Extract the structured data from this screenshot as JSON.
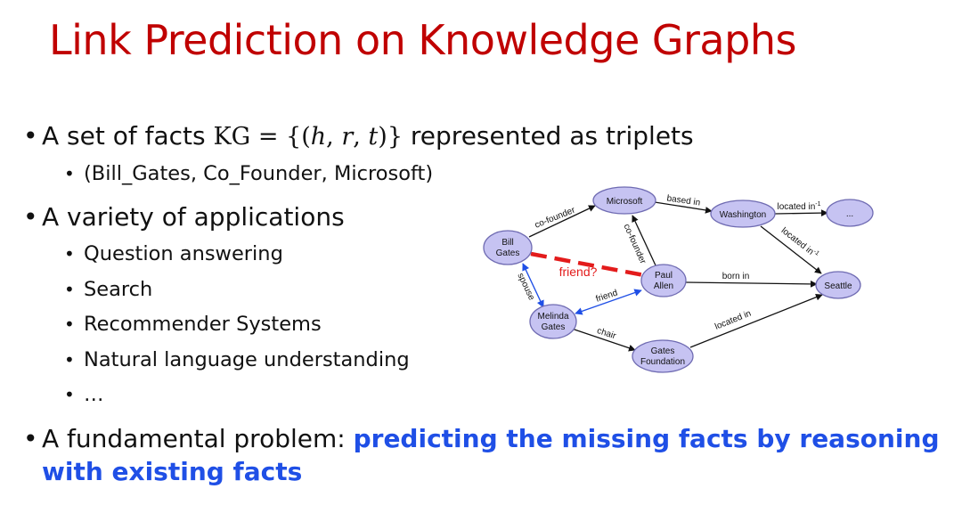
{
  "title": "Link Prediction on Knowledge Graphs",
  "bullets": {
    "facts_prefix": "A set of facts ",
    "facts_math_set_name": "KG",
    "facts_math_equals": " = {(",
    "facts_math_h": "h",
    "facts_math_r": "r",
    "facts_math_t": "t",
    "facts_math_comma": ", ",
    "facts_math_close": ")}",
    "facts_suffix": " represented as triplets",
    "example": "(Bill_Gates, Co_Founder, Microsoft)",
    "applications_heading": "A variety of applications",
    "applications": [
      "Question answering",
      "Search",
      "Recommender Systems",
      "Natural language understanding",
      "…"
    ],
    "problem_prefix": "A fundamental problem: ",
    "problem_emph_line1": "predicting the missing facts by reasoning",
    "problem_emph_line2": "with existing facts"
  },
  "graph": {
    "node_fill": "#c6c3f2",
    "node_stroke": "#6f6bb2",
    "missing_edge_color": "#e31b1b",
    "spouse_friend_edge_color": "#1f4fe6",
    "edge_color": "#111111",
    "nodes": {
      "bill_gates": [
        "Bill",
        "Gates"
      ],
      "microsoft": [
        "Microsoft"
      ],
      "washington": [
        "Washington"
      ],
      "unknown": [
        "..."
      ],
      "paul_allen": [
        "Paul",
        "Allen"
      ],
      "seattle": [
        "Seattle"
      ],
      "melinda_gates": [
        "Melinda",
        "Gates"
      ],
      "gates_foundation": [
        "Gates",
        "Foundation"
      ]
    },
    "edges": {
      "co_founder_bill": "co-founder",
      "based_in": "based in",
      "located_in_inverse": "located in",
      "located_in_inverse_sup": "-1",
      "located_in_inverse_2": "located in",
      "located_in_inverse_2_sup": "-1",
      "co_founder_paul": "co-founder",
      "missing_friend": "friend?",
      "spouse": "spouse",
      "friend": "friend",
      "born_in": "born in",
      "chair": "chair",
      "located_in": "located in"
    }
  }
}
